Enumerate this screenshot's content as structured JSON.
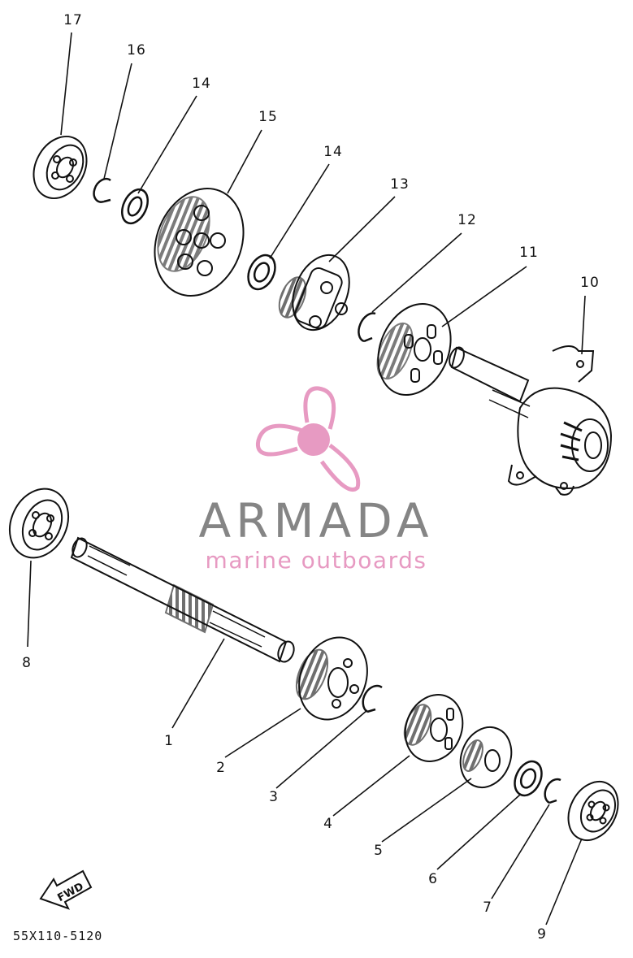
{
  "diagram": {
    "callouts": [
      {
        "id": "17",
        "label": "17"
      },
      {
        "id": "16",
        "label": "16"
      },
      {
        "id": "14a",
        "label": "14"
      },
      {
        "id": "15",
        "label": "15"
      },
      {
        "id": "14b",
        "label": "14"
      },
      {
        "id": "13",
        "label": "13"
      },
      {
        "id": "12",
        "label": "12"
      },
      {
        "id": "11",
        "label": "11"
      },
      {
        "id": "10",
        "label": "10"
      },
      {
        "id": "8",
        "label": "8"
      },
      {
        "id": "1",
        "label": "1"
      },
      {
        "id": "2",
        "label": "2"
      },
      {
        "id": "3",
        "label": "3"
      },
      {
        "id": "4",
        "label": "4"
      },
      {
        "id": "5",
        "label": "5"
      },
      {
        "id": "6",
        "label": "6"
      },
      {
        "id": "7",
        "label": "7"
      },
      {
        "id": "9",
        "label": "9"
      }
    ],
    "direction_label": "FWD",
    "part_code": "55X110-5120"
  },
  "watermark": {
    "brand": "ARMADA",
    "tagline": "marine outboards",
    "colors": {
      "brand_text": "#858585",
      "logo_pink": "#e79ac2"
    }
  }
}
